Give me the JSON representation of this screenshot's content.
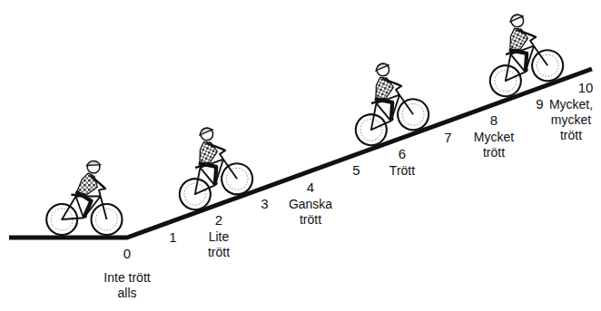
{
  "diagram": {
    "labels": [
      "0",
      "Inte trött alls",
      "1",
      "2",
      "Lite trött",
      "3",
      "4",
      "Ganska trött",
      "5",
      "6",
      "Trött",
      "7",
      "8",
      "Mycket trött",
      "9",
      "10",
      "Mycket, mycket trött"
    ]
  }
}
